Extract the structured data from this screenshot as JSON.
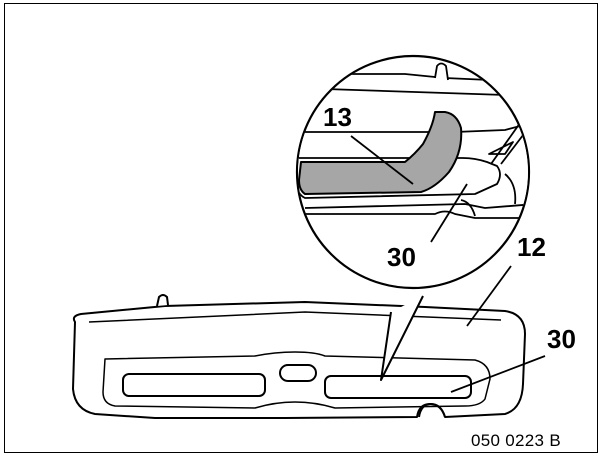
{
  "callouts": {
    "detail_part": "13",
    "detail_slot": "30",
    "part_body": "12",
    "part_slot": "30"
  },
  "reference_code": "050 0223 B",
  "colors": {
    "line": "#000000",
    "part_fill": "#ffffff",
    "highlight_fill": "#a6a6a6"
  }
}
